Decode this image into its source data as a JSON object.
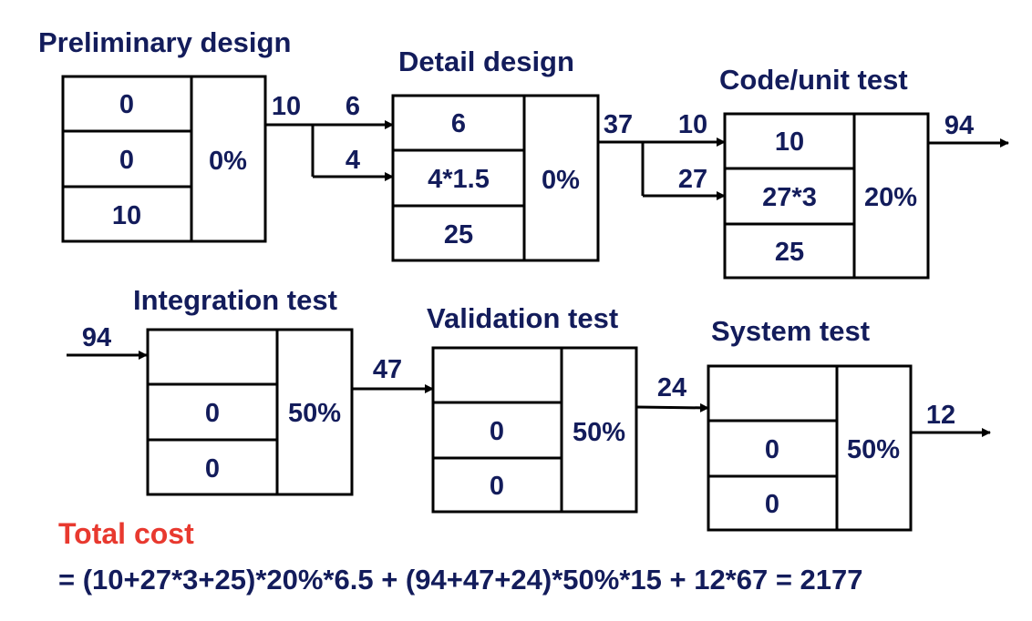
{
  "colors": {
    "text": "#131c5b",
    "highlight": "#e8392f",
    "stroke": "#000000"
  },
  "stages": [
    {
      "title": "Preliminary design",
      "cells": [
        "0",
        "0",
        "10"
      ],
      "rate": "0%"
    },
    {
      "title": "Detail design",
      "cells": [
        "6",
        "4*1.5",
        "25"
      ],
      "rate": "0%"
    },
    {
      "title": "Code/unit test",
      "cells": [
        "10",
        "27*3",
        "25"
      ],
      "rate": "20%"
    },
    {
      "title": "Integration test",
      "cells": [
        "",
        "0",
        "0"
      ],
      "rate": "50%"
    },
    {
      "title": "Validation test",
      "cells": [
        "",
        "0",
        "0"
      ],
      "rate": "50%"
    },
    {
      "title": "System test",
      "cells": [
        "",
        "0",
        "0"
      ],
      "rate": "50%"
    }
  ],
  "flows": {
    "prelim_out": "10",
    "detail_in_top": "6",
    "detail_in_mid": "4",
    "detail_out": "37",
    "code_in_top": "10",
    "code_in_mid": "27",
    "code_out": "94",
    "integration_in": "94",
    "integration_out": "47",
    "validation_out": "24",
    "system_out": "12"
  },
  "total": {
    "label": "Total cost",
    "formula": "= (10+27*3+25)*20%*6.5 + (94+47+24)*50%*15 + 12*67 = 2177"
  }
}
